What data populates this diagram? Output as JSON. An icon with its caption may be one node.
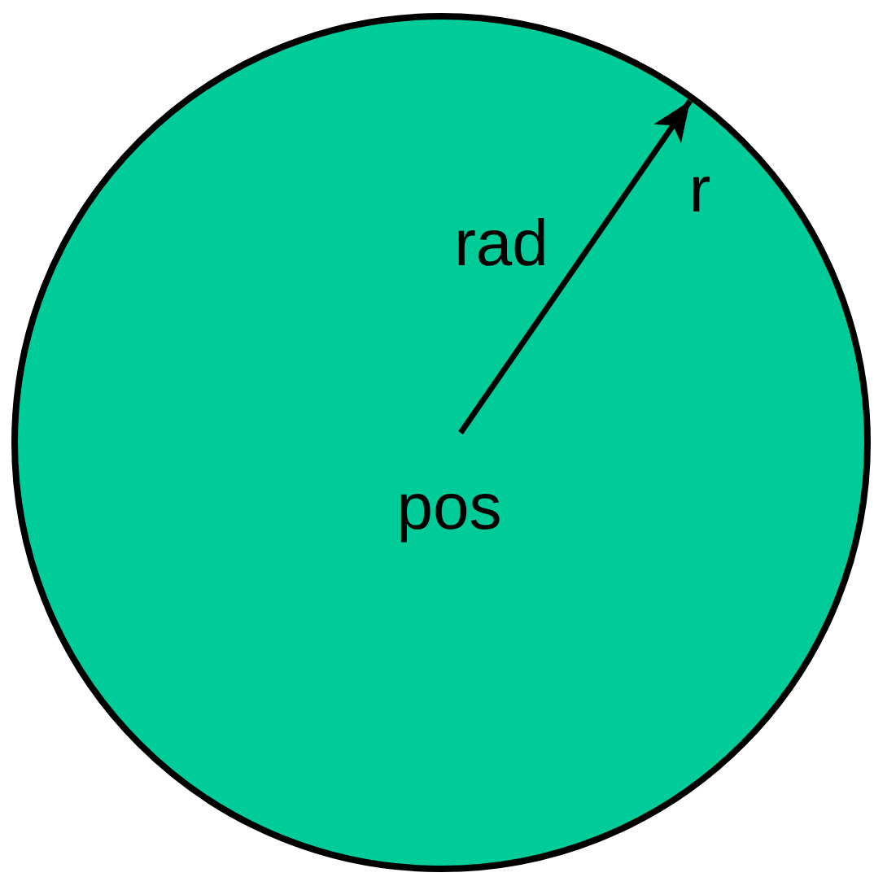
{
  "diagram": {
    "nodes": [
      {
        "text": [
          "pos"
        ]
      }
    ],
    "labels": [
      "rad",
      "r"
    ]
  }
}
